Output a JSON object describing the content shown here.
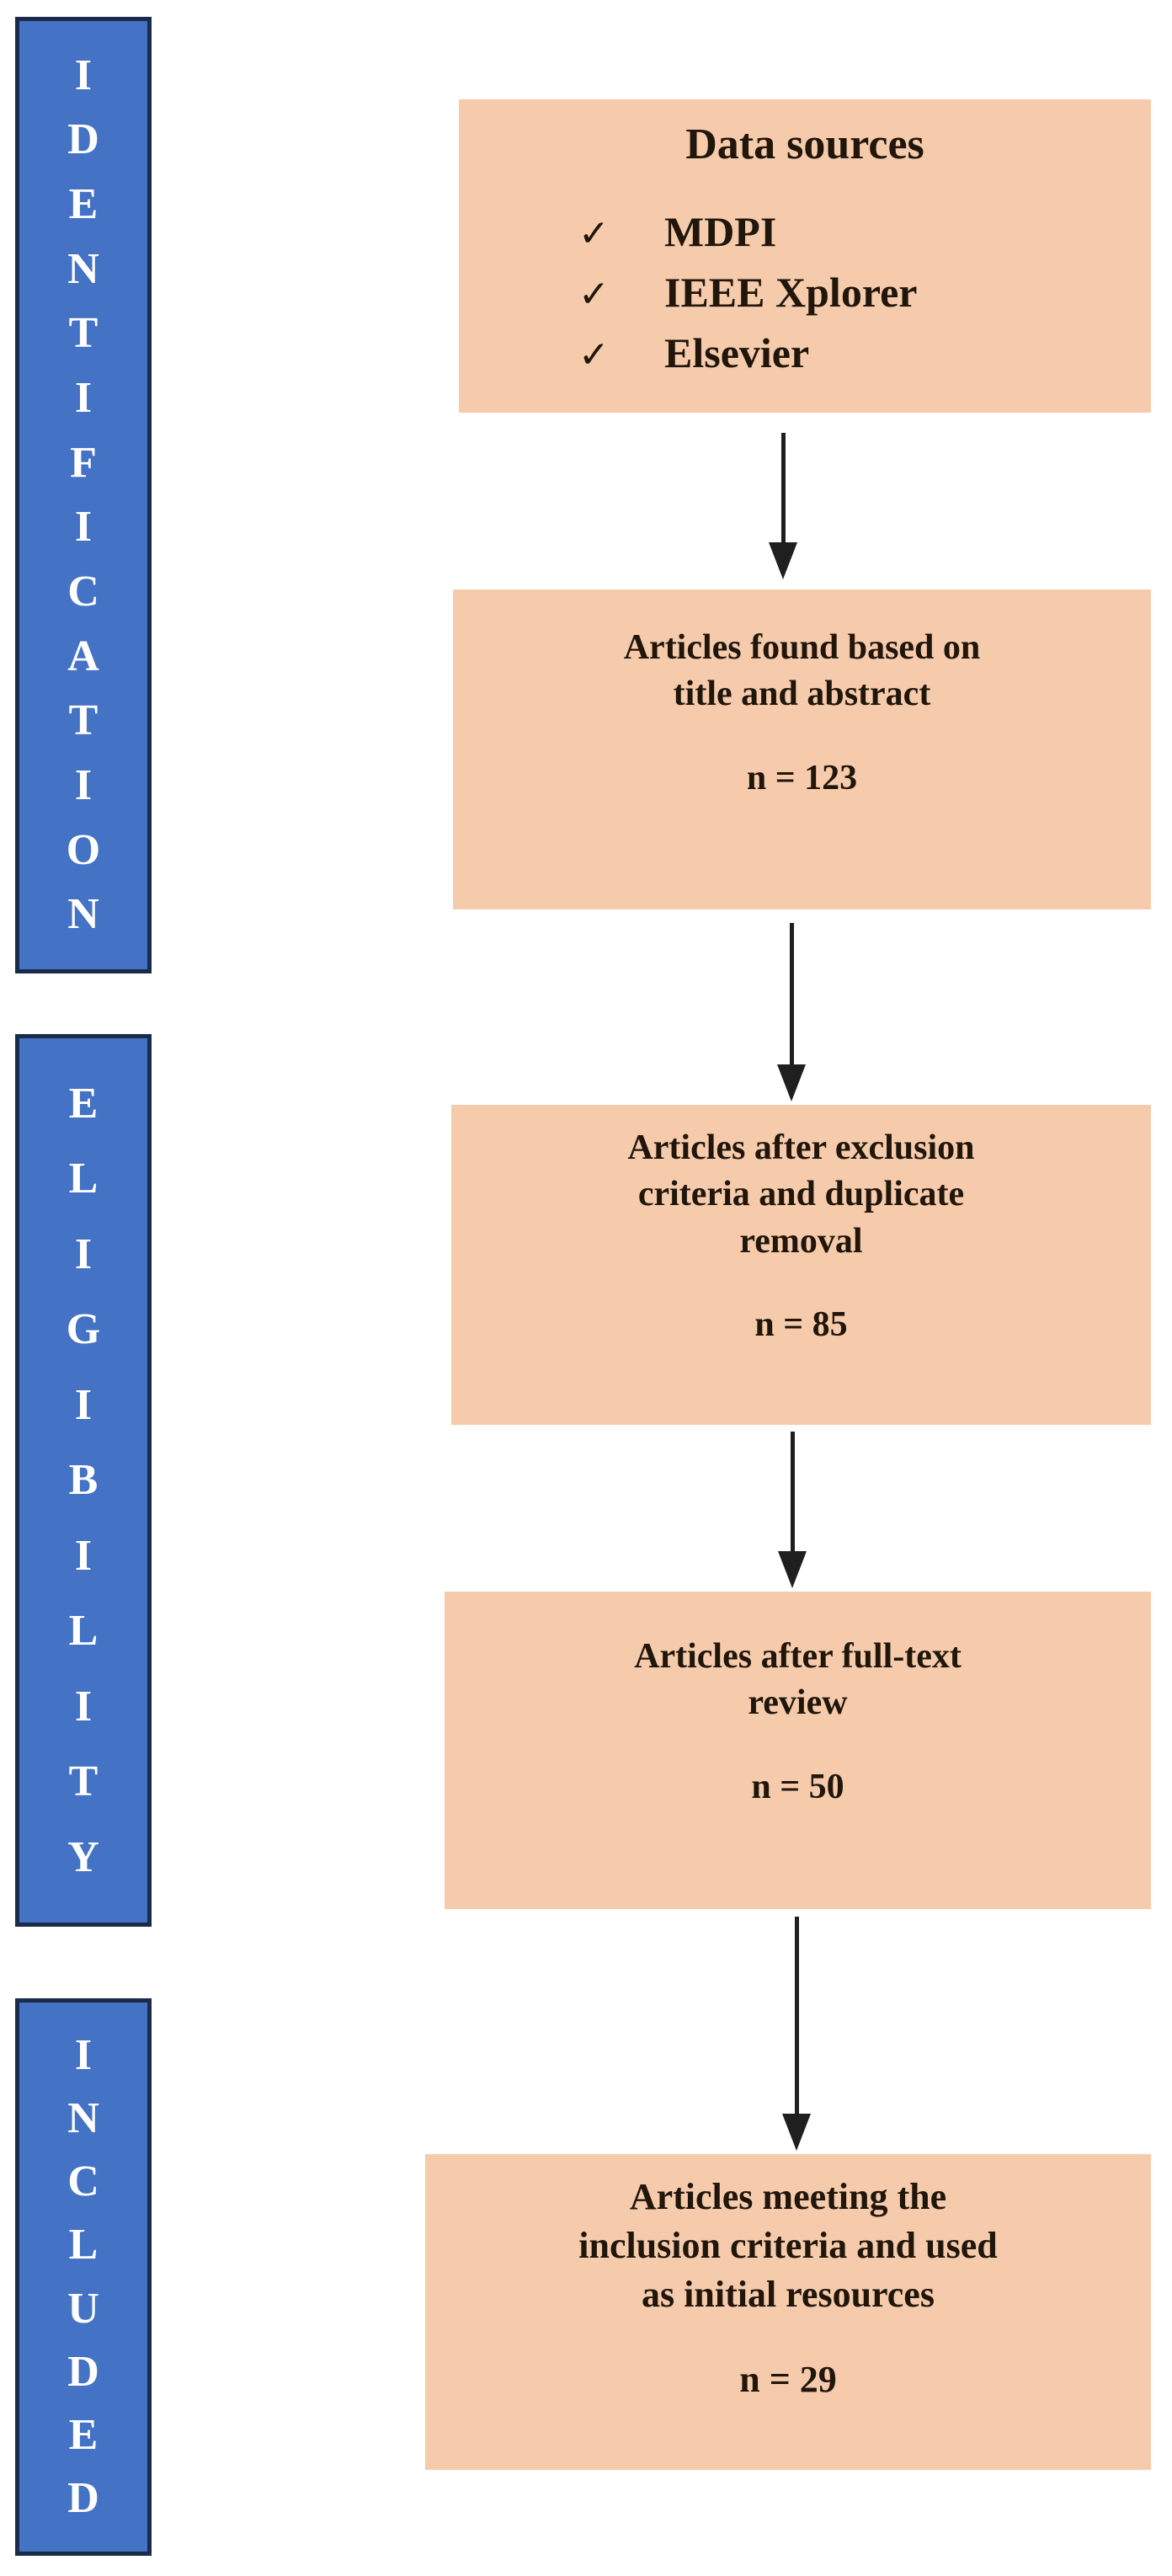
{
  "stages": [
    {
      "label": "IDENTIFICATION"
    },
    {
      "label": "ELIGIBILITY"
    },
    {
      "label": "INCLUDED"
    }
  ],
  "boxes": [
    {
      "title": "Data sources",
      "check": "✓",
      "items": [
        "MDPI",
        "IEEE Xplorer",
        "Elsevier"
      ]
    },
    {
      "lines": [
        "Articles found based on",
        "title and abstract"
      ],
      "count": "n = 123"
    },
    {
      "lines": [
        "Articles after exclusion",
        "criteria and duplicate",
        "removal"
      ],
      "count": "n = 85"
    },
    {
      "lines": [
        "Articles after full-text",
        "review"
      ],
      "count": "n = 50"
    },
    {
      "lines": [
        "Articles meeting the",
        "inclusion criteria and used",
        "as initial resources"
      ],
      "count": "n = 29"
    }
  ],
  "colors": {
    "stage_fill": "#4472c4",
    "stage_border": "#1b2b4a",
    "stage_text": "#ffffff",
    "box_fill": "#f6cbab",
    "text": "#21160c",
    "arrow": "#1f1f1f",
    "background": "#ffffff"
  }
}
